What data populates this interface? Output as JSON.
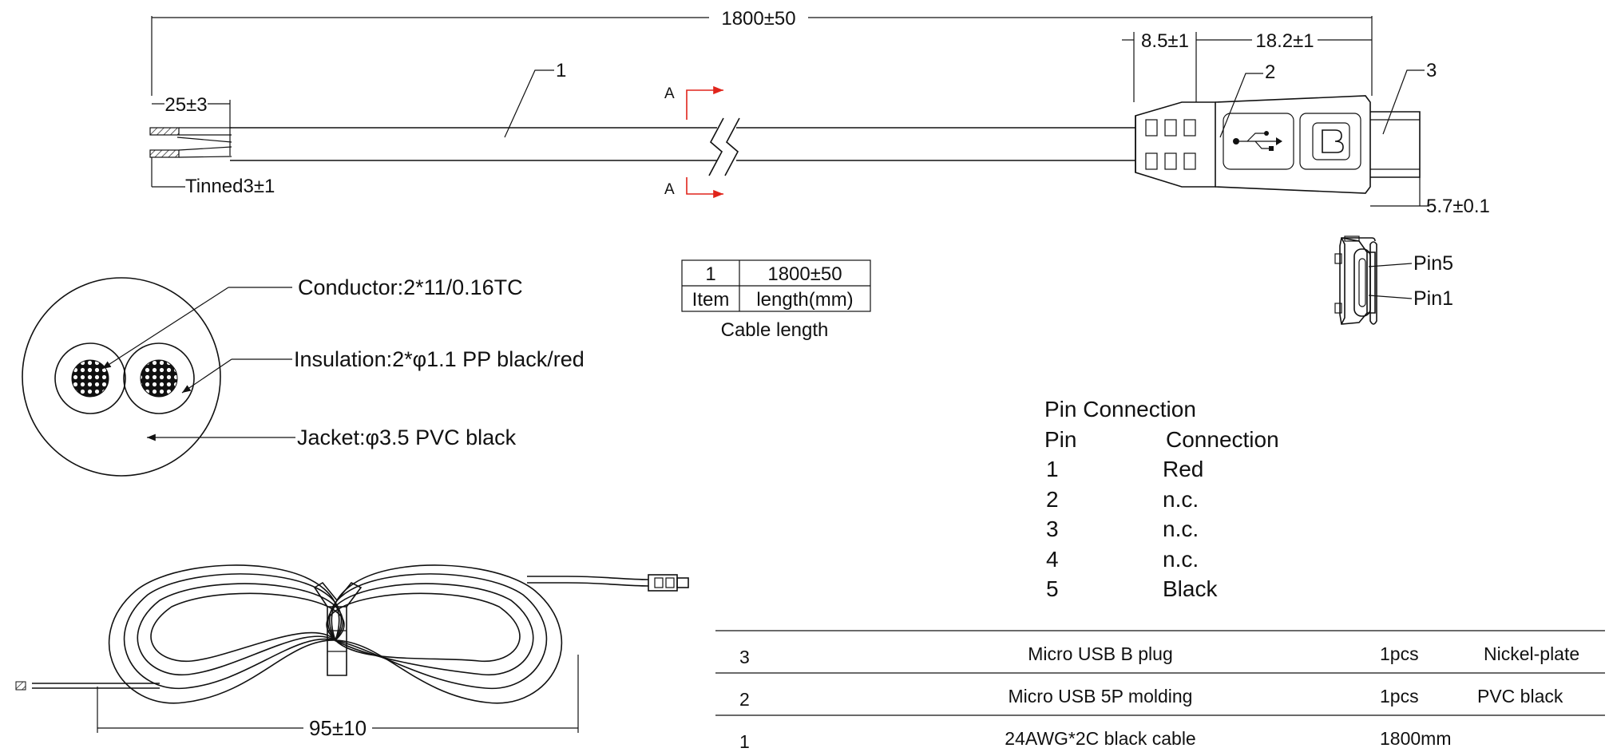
{
  "top_view": {
    "overall_length": "1800±50",
    "strip_length": "25±3",
    "tinned_label": "Tinned3±1",
    "callout_1": "1",
    "callout_2": "2",
    "callout_3": "3",
    "molding_dim": "8.5±1",
    "plug_dim": "18.2±1",
    "plug_width": "5.7±0.1",
    "section_mark": "A"
  },
  "cross_section": {
    "conductor": "Conductor:2*11/0.16TC",
    "insulation": "Insulation:2*φ1.1 PP black/red",
    "jacket": "Jacket:φ3.5 PVC black"
  },
  "length_table": {
    "rows": [
      [
        "1",
        "1800±50"
      ],
      [
        "Item",
        "length(mm)"
      ]
    ],
    "caption": "Cable length"
  },
  "connector_face": {
    "pin5": "Pin5",
    "pin1": "Pin1"
  },
  "pin_connection": {
    "title": "Pin Connection",
    "headers": [
      "Pin",
      "Connection"
    ],
    "rows": [
      [
        "1",
        "Red"
      ],
      [
        "2",
        "n.c."
      ],
      [
        "3",
        "n.c."
      ],
      [
        "4",
        "n.c."
      ],
      [
        "5",
        "Black"
      ]
    ]
  },
  "coil_view": {
    "width_dim": "95±10"
  },
  "bom": [
    {
      "item": "3",
      "description": "Micro USB B plug",
      "qty": "1pcs",
      "material": "Nickel-plate"
    },
    {
      "item": "2",
      "description": "Micro USB 5P molding",
      "qty": "1pcs",
      "material": "PVC black"
    },
    {
      "item": "1",
      "description": "24AWG*2C black cable",
      "qty": "1800mm",
      "material": ""
    }
  ]
}
